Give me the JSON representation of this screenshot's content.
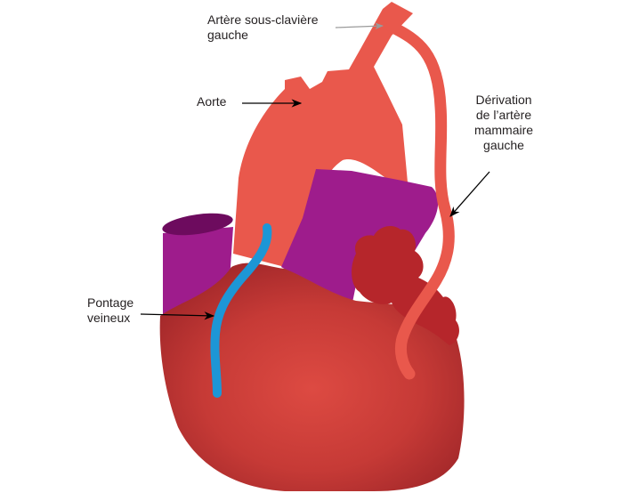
{
  "labels": {
    "subclavian": [
      "Artère sous-clavière",
      "gauche"
    ],
    "aorta": "Aorte",
    "mammary": [
      "Dérivation",
      "de l’artère",
      "mammaire",
      "gauche"
    ],
    "venous": [
      "Pontage",
      "veineux"
    ]
  },
  "colors": {
    "heart_light": "#d9463f",
    "heart_dark": "#a3282a",
    "aorta": "#e9584c",
    "pulmonary": "#9e1c8c",
    "pulmonary_dark": "#6d0b5e",
    "atrium": "#b6262b",
    "venous_graft": "#1d96d6",
    "arrow": "#000000",
    "arrow_grey": "#9a9a9a",
    "text": "#231f20"
  }
}
